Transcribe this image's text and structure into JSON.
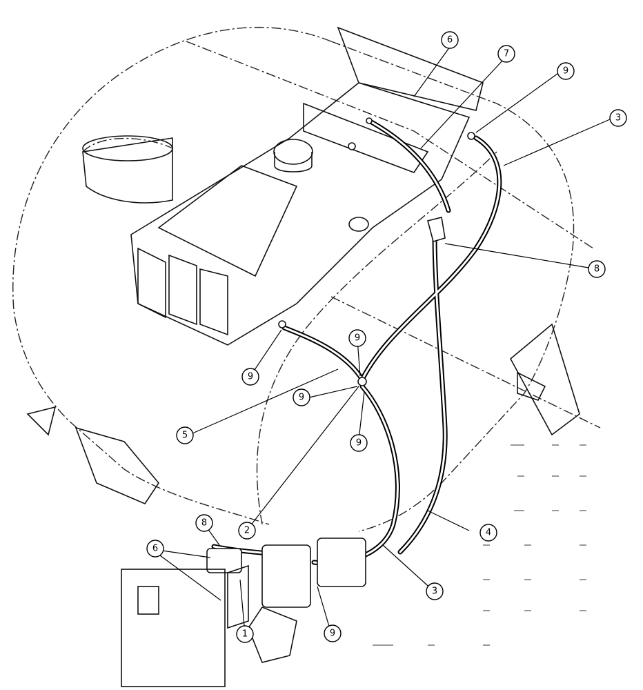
{
  "diagram": {
    "callouts": [
      {
        "id": "c6a",
        "label": "6"
      },
      {
        "id": "c7",
        "label": "7"
      },
      {
        "id": "c9a",
        "label": "9"
      },
      {
        "id": "c3a",
        "label": "3"
      },
      {
        "id": "c8a",
        "label": "8"
      },
      {
        "id": "c9b",
        "label": "9"
      },
      {
        "id": "c9c",
        "label": "9"
      },
      {
        "id": "c9d",
        "label": "9"
      },
      {
        "id": "c5",
        "label": "5"
      },
      {
        "id": "c9e",
        "label": "9"
      },
      {
        "id": "c4",
        "label": "4"
      },
      {
        "id": "c2",
        "label": "2"
      },
      {
        "id": "c8b",
        "label": "8"
      },
      {
        "id": "c6b",
        "label": "6"
      },
      {
        "id": "c3b",
        "label": "3"
      },
      {
        "id": "c1",
        "label": "1"
      },
      {
        "id": "c9f",
        "label": "9"
      }
    ]
  }
}
